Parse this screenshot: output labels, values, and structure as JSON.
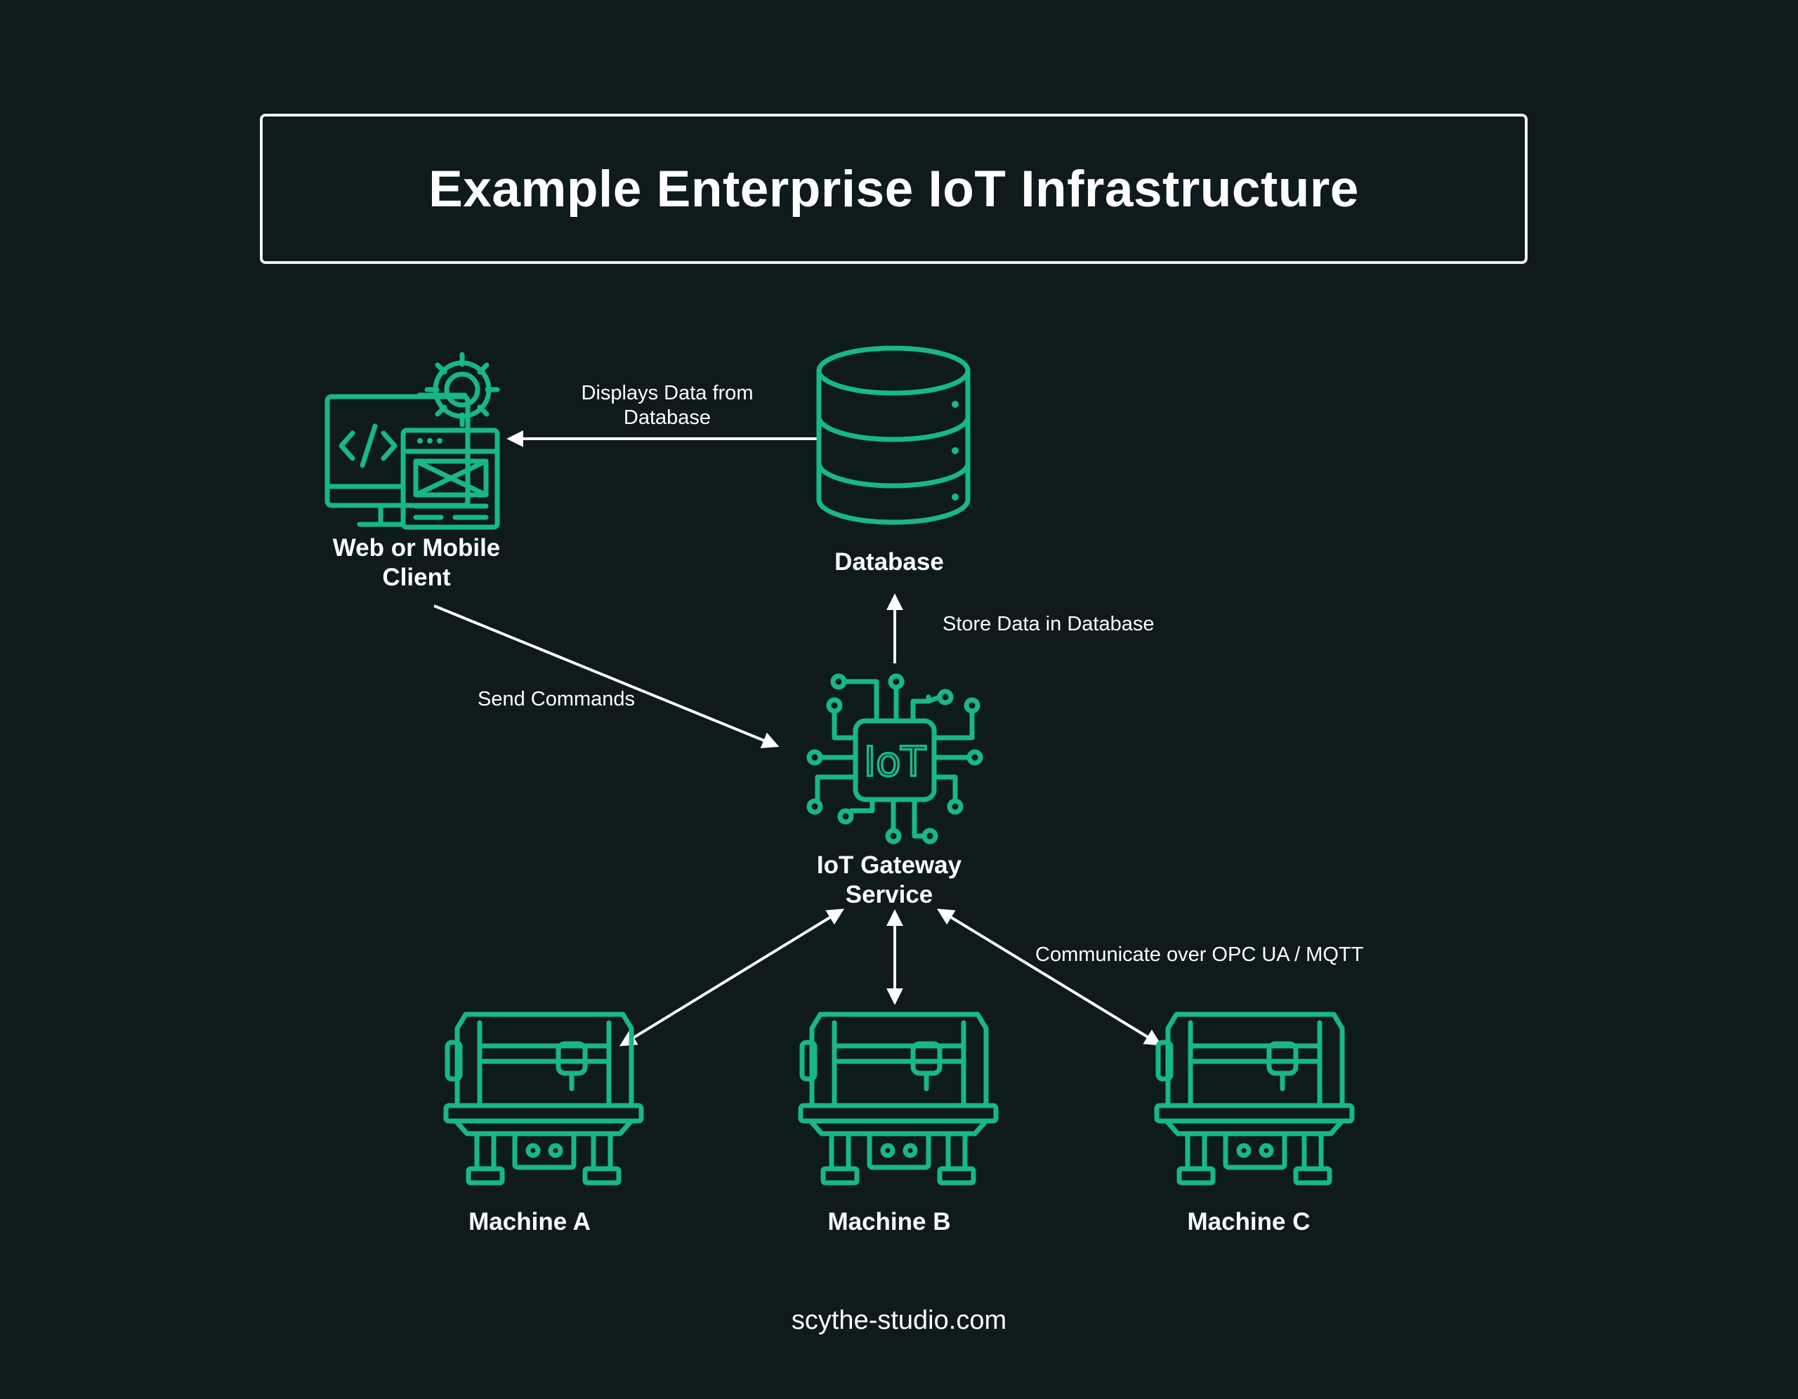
{
  "title": "Example Enterprise IoT Infrastructure",
  "nodes": {
    "client": {
      "line1": "Web or Mobile",
      "line2": "Client",
      "icon": "web-client-icon"
    },
    "database": {
      "label": "Database",
      "icon": "database-icon"
    },
    "gateway": {
      "line1": "IoT Gateway",
      "line2": "Service",
      "icon": "iot-chip-icon",
      "chip_text": "IoT"
    },
    "machine_a": {
      "label": "Machine A",
      "icon": "machine-icon"
    },
    "machine_b": {
      "label": "Machine B",
      "icon": "machine-icon"
    },
    "machine_c": {
      "label": "Machine C",
      "icon": "machine-icon"
    }
  },
  "edges": {
    "db_to_client": {
      "line1": "Displays Data from",
      "line2": "Database"
    },
    "gateway_to_db": {
      "label": "Store Data in Database"
    },
    "client_to_gateway": {
      "label": "Send Commands"
    },
    "gateway_machines": {
      "label": "Communicate over OPC UA / MQTT"
    }
  },
  "footer": "scythe-studio.com",
  "colors": {
    "background": "#0e1a1b",
    "icon_stroke": "#17b886",
    "text": "#ffffff"
  }
}
